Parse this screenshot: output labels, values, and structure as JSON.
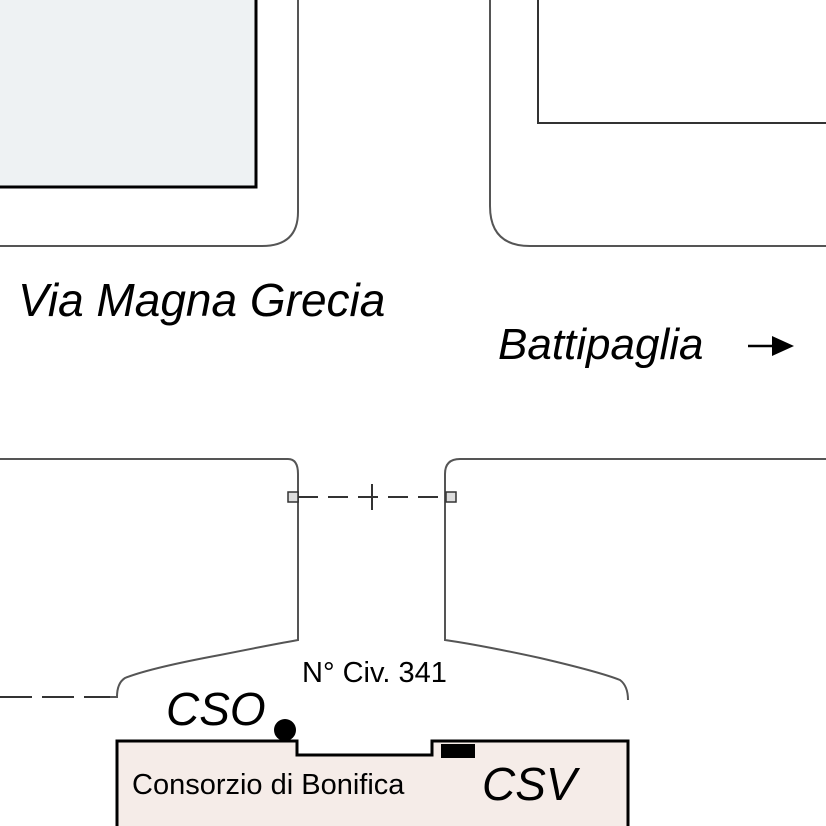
{
  "map": {
    "street_name": "Via Magna Grecia",
    "direction_label": "Battipaglia",
    "civic_number": "N° Civ. 341",
    "building_label": "Consorzio di Bonifica",
    "marker_cso": "CSO",
    "marker_csv": "CSV",
    "arrow_icon": "right-arrow-icon",
    "colors": {
      "line": "#000000",
      "outline": "#555555",
      "building_fill_top": "#eef2f3",
      "building_fill_bottom": "#f5ece8",
      "marker_cso": "#000000",
      "marker_csv": "#000000"
    }
  }
}
